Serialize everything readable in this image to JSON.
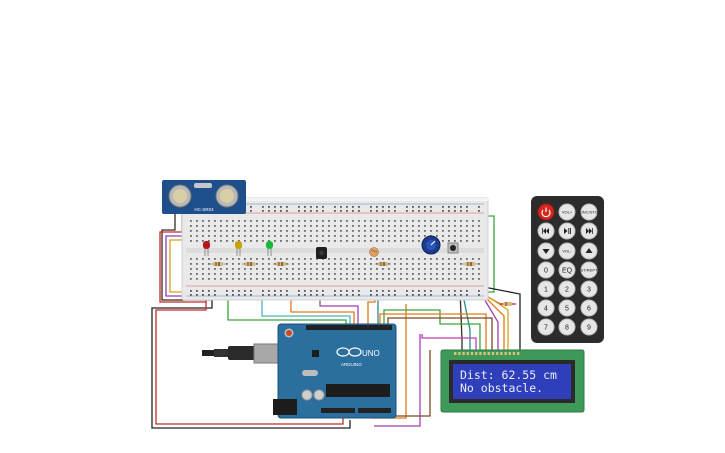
{
  "sensor": {
    "label": "HC-SR04"
  },
  "lcd": {
    "line1": "Dist: 62.55 cm",
    "line2": "No obstacle."
  },
  "arduino": {
    "brand": "ARDUINO",
    "model": "UNO"
  },
  "remote": {
    "buttons": [
      {
        "label": "",
        "icon": "power-icon"
      },
      {
        "label": "VOL+"
      },
      {
        "label": "FUNC/STOP"
      },
      {
        "label": "",
        "icon": "rewind-icon"
      },
      {
        "label": "",
        "icon": "play-pause-icon"
      },
      {
        "label": "",
        "icon": "fast-forward-icon"
      },
      {
        "label": "",
        "icon": "down-icon"
      },
      {
        "label": "VOL-"
      },
      {
        "label": "",
        "icon": "up-icon"
      },
      {
        "label": "0"
      },
      {
        "label": "EQ"
      },
      {
        "label": "ST/REPT"
      },
      {
        "label": "1"
      },
      {
        "label": "2"
      },
      {
        "label": "3"
      },
      {
        "label": "4"
      },
      {
        "label": "5"
      },
      {
        "label": "6"
      },
      {
        "label": "7"
      },
      {
        "label": "8"
      },
      {
        "label": "9"
      }
    ]
  },
  "colors": {
    "breadboard": "#e9e9e9",
    "arduino": "#2a6f9e",
    "lcd_board": "#3f9a59",
    "lcd_screen": "#2e3fb9",
    "sensor_board": "#1d4f8c",
    "remote_body": "#2c2c2c",
    "led_red": "#b01818",
    "led_yellow": "#c9a100",
    "led_green": "#18b93b"
  }
}
